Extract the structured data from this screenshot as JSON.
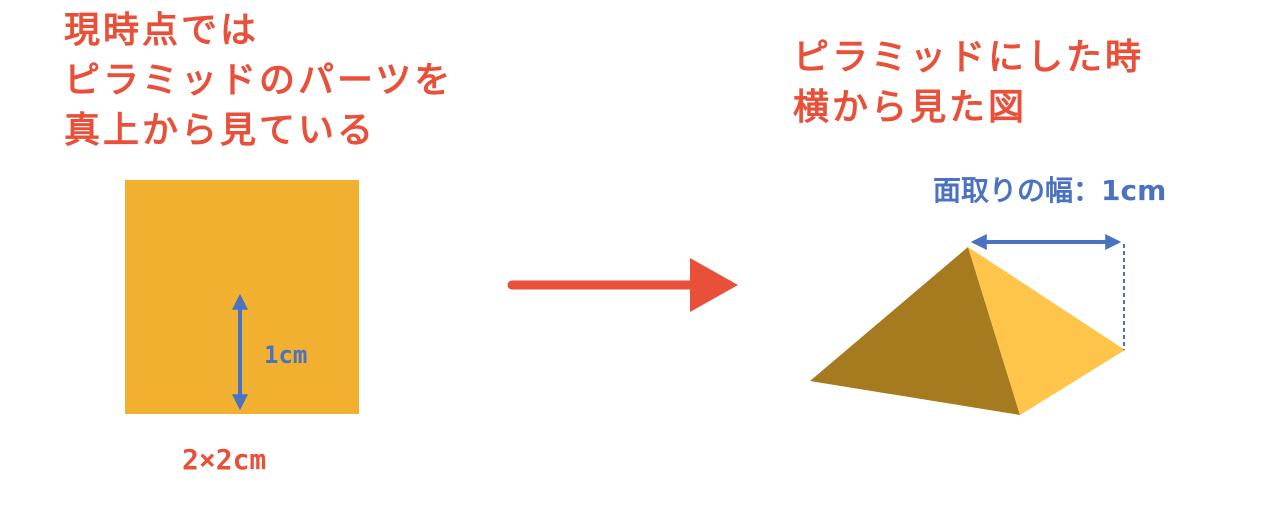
{
  "colors": {
    "title_red": "#e8503a",
    "label_blue": "#4a72c1",
    "square_orange": "#f2b030",
    "arrow_red": "#e8503a",
    "pyramid_dark": "#a67b1f",
    "pyramid_light": "#ffc44a"
  },
  "left": {
    "title_lines": [
      "現時点では",
      "ピラミッドのパーツを",
      "真上から見ている"
    ],
    "height_label": "1cm",
    "size_label": "2×2cm"
  },
  "right": {
    "title_lines": [
      "ピラミッドにした時",
      "横から見た図"
    ],
    "chamfer_label": "面取りの幅：1cm"
  }
}
